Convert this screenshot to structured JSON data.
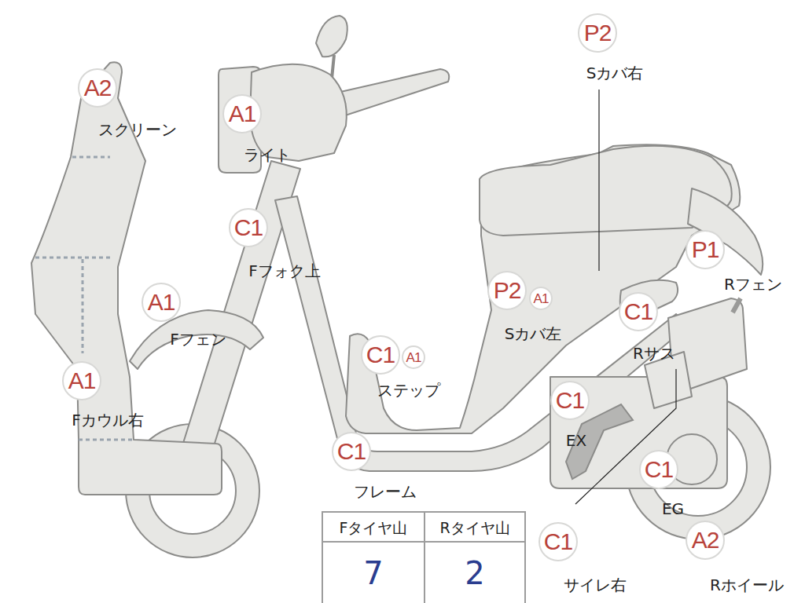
{
  "diagram": {
    "nodes": [
      {
        "text": [
          "P2"
        ]
      },
      {
        "text": [
          "A2"
        ]
      },
      {
        "text": [
          "A1"
        ]
      },
      {
        "text": [
          "C1"
        ]
      },
      {
        "text": [
          "P1"
        ]
      },
      {
        "text": [
          "P2"
        ]
      },
      {
        "text": [
          "A1"
        ]
      },
      {
        "text": [
          "A1"
        ]
      },
      {
        "text": [
          "C1"
        ]
      },
      {
        "text": [
          "C1"
        ]
      },
      {
        "text": [
          "A1"
        ]
      },
      {
        "text": [
          "A1"
        ]
      },
      {
        "text": [
          "C1"
        ]
      },
      {
        "text": [
          "C1"
        ]
      },
      {
        "text": [
          "C1"
        ]
      },
      {
        "text": [
          "C1"
        ]
      },
      {
        "text": [
          "A2"
        ]
      }
    ],
    "labels": [
      "Sカバ右",
      "スクリーン",
      "ライト",
      "Fフォク上",
      "Rフェン",
      "Fフェン",
      "Sカバ左",
      "Rサス",
      "ステップ",
      "Fカウル右",
      "EX",
      "フレーム",
      "EG",
      "Fタイヤ山",
      "Rタイヤ山",
      "7",
      "2",
      "サイレ右",
      "Rホイール"
    ]
  }
}
